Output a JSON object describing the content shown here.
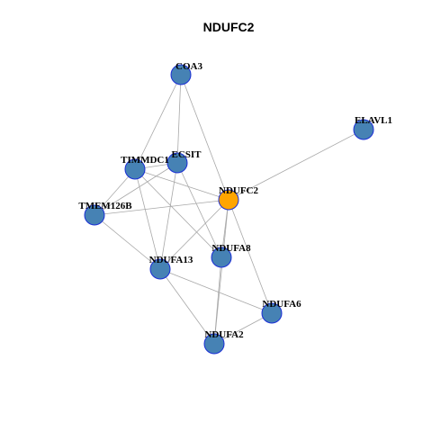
{
  "title": "NDUFC2",
  "colors": {
    "query_node": "#ffa500",
    "other_node": "#4682b4",
    "node_border": "#1a2ed6",
    "edge": "#a8a8a8",
    "background": "#ffffff"
  },
  "nodes": [
    {
      "id": "COA3",
      "label": "COA3",
      "query": false
    },
    {
      "id": "ELAVL1",
      "label": "ELAVL1",
      "query": false
    },
    {
      "id": "TIMMDC1",
      "label": "TIMMDC1",
      "query": false
    },
    {
      "id": "ECSIT",
      "label": "ECSIT",
      "query": false
    },
    {
      "id": "NDUFC2",
      "label": "NDUFC2",
      "query": true
    },
    {
      "id": "TMEM126B",
      "label": "TMEM126B",
      "query": false
    },
    {
      "id": "NDUFA8",
      "label": "NDUFA8",
      "query": false
    },
    {
      "id": "NDUFA13",
      "label": "NDUFA13",
      "query": false
    },
    {
      "id": "NDUFA6",
      "label": "NDUFA6",
      "query": false
    },
    {
      "id": "NDUFA2",
      "label": "NDUFA2",
      "query": false
    }
  ],
  "edges": [
    [
      "COA3",
      "TIMMDC1"
    ],
    [
      "COA3",
      "ECSIT"
    ],
    [
      "COA3",
      "NDUFC2"
    ],
    [
      "ELAVL1",
      "NDUFC2"
    ],
    [
      "TIMMDC1",
      "ECSIT"
    ],
    [
      "TIMMDC1",
      "TMEM126B"
    ],
    [
      "TIMMDC1",
      "NDUFA13"
    ],
    [
      "TIMMDC1",
      "NDUFA8"
    ],
    [
      "TIMMDC1",
      "NDUFC2"
    ],
    [
      "ECSIT",
      "TMEM126B"
    ],
    [
      "ECSIT",
      "NDUFA13"
    ],
    [
      "ECSIT",
      "NDUFA8"
    ],
    [
      "TMEM126B",
      "NDUFC2"
    ],
    [
      "TMEM126B",
      "NDUFA13"
    ],
    [
      "NDUFC2",
      "NDUFA13"
    ],
    [
      "NDUFC2",
      "NDUFA8"
    ],
    [
      "NDUFC2",
      "NDUFA6"
    ],
    [
      "NDUFC2",
      "NDUFA2"
    ],
    [
      "NDUFA8",
      "NDUFA2"
    ],
    [
      "NDUFA13",
      "NDUFA6"
    ],
    [
      "NDUFA13",
      "NDUFA2"
    ],
    [
      "NDUFA6",
      "NDUFA2"
    ]
  ]
}
